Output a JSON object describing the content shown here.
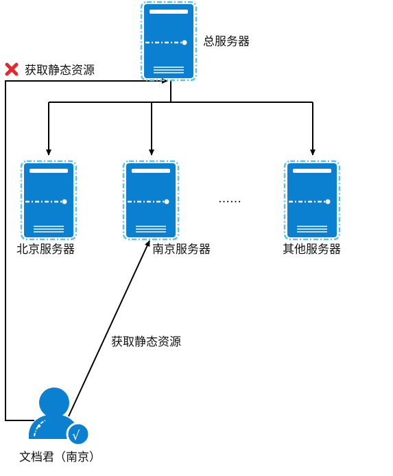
{
  "servers": {
    "main": {
      "label": "总服务器",
      "icon": "server-icon"
    },
    "beijing": {
      "label": "北京服务器",
      "icon": "server-icon"
    },
    "nanjing": {
      "label": "南京服务器",
      "icon": "server-icon"
    },
    "other": {
      "label": "其他服务器",
      "icon": "server-icon"
    }
  },
  "ellipsis": "……",
  "user": {
    "label": "文档君（南京）",
    "icon": "user-icon",
    "badge_icon": "checkmark-badge-icon",
    "badge_text": "√"
  },
  "edges": {
    "failed": {
      "label": "获取静态资源",
      "status_icon": "red-x-icon"
    },
    "success": {
      "label": "获取静态资源"
    }
  },
  "colors": {
    "server_blue": "#0b7fd0",
    "dashed_outline": "#5bc0ea",
    "arrow": "#000000",
    "error_red": "#e8262e"
  }
}
